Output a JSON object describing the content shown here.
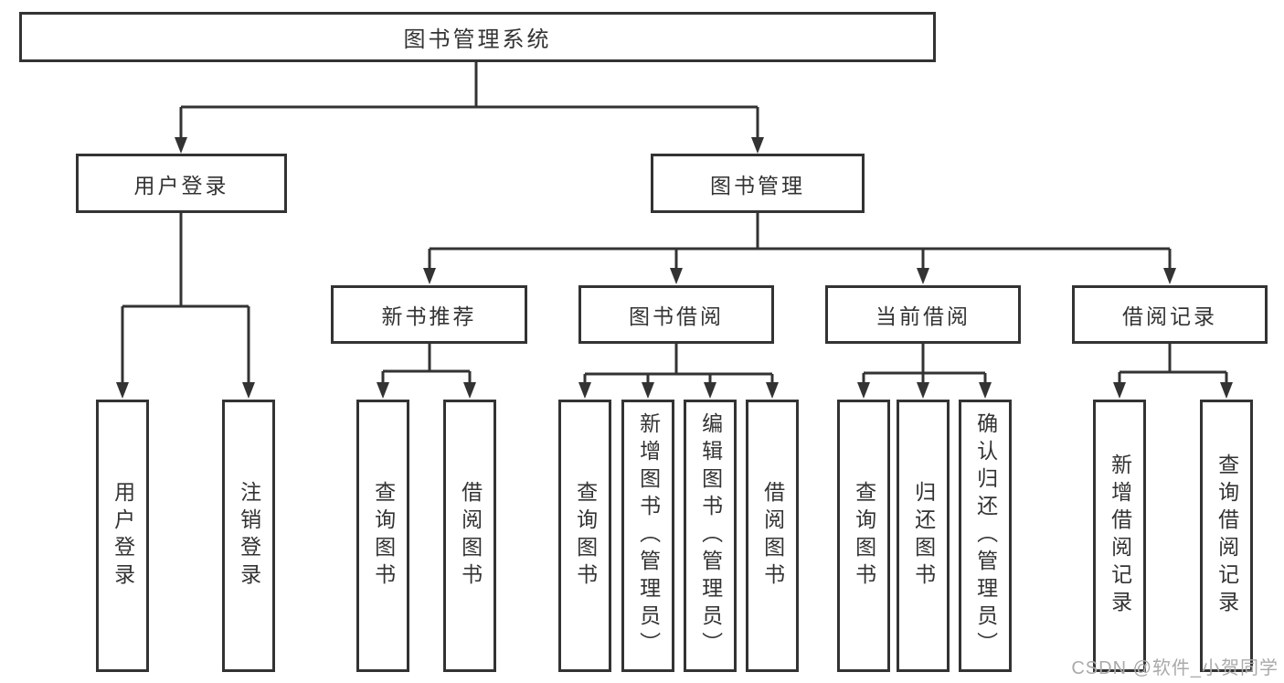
{
  "diagram": {
    "title": "图书管理系统",
    "root": {
      "label": "图书管理系统"
    },
    "level2": [
      {
        "id": "user-login",
        "label": "用户登录"
      },
      {
        "id": "book-management",
        "label": "图书管理"
      }
    ],
    "level3": [
      {
        "id": "new-book-recommendation",
        "parent": "图书管理",
        "label": "新书推荐"
      },
      {
        "id": "book-borrowing",
        "parent": "图书管理",
        "label": "图书借阅"
      },
      {
        "id": "current-borrowing",
        "parent": "图书管理",
        "label": "当前借阅"
      },
      {
        "id": "borrowing-records",
        "parent": "图书管理",
        "label": "借阅记录"
      }
    ],
    "leaves": [
      {
        "parent": "用户登录",
        "label": "用户登录"
      },
      {
        "parent": "用户登录",
        "label": "注销登录"
      },
      {
        "parent": "新书推荐",
        "label": "查询图书"
      },
      {
        "parent": "新书推荐",
        "label": "借阅图书"
      },
      {
        "parent": "图书借阅",
        "label": "查询图书"
      },
      {
        "parent": "图书借阅",
        "label": "新增图书（管理员）"
      },
      {
        "parent": "图书借阅",
        "label": "编辑图书（管理员）"
      },
      {
        "parent": "图书借阅",
        "label": "借阅图书"
      },
      {
        "parent": "当前借阅",
        "label": "查询图书"
      },
      {
        "parent": "当前借阅",
        "label": "归还图书"
      },
      {
        "parent": "当前借阅",
        "label": "确认归还（管理员）"
      },
      {
        "parent": "借阅记录",
        "label": "新增借阅记录"
      },
      {
        "parent": "借阅记录",
        "label": "查询借阅记录"
      }
    ],
    "watermark": "CSDN @软件_小贺同学",
    "colors": {
      "line": "#333333",
      "box_background": "#ffffff",
      "text": "#333333",
      "watermark": "#aaaaaa"
    }
  }
}
